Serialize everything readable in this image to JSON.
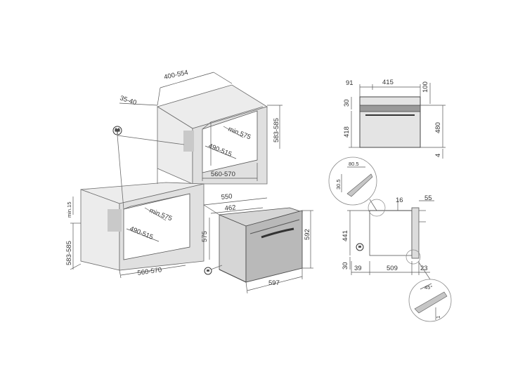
{
  "left_view": {
    "dims": {
      "top_width": "400-554",
      "wall_depth": "35-40",
      "upper_height": "583-585",
      "upper_inner_depth": "min.575",
      "upper_inner_h": "490-515",
      "upper_inner_w": "560-570",
      "lower_min": "min.15",
      "lower_height": "583-585",
      "lower_inner_depth": "min.575",
      "lower_inner_h": "490-515",
      "lower_inner_w": "560-570"
    }
  },
  "oven_view": {
    "dims": {
      "depth_total": "550",
      "depth_body": "462",
      "height_left": "575",
      "height_right": "592",
      "width": "597"
    }
  },
  "top_right": {
    "dims": {
      "d91": "91",
      "d415": "415",
      "d100": "100",
      "d30": "30",
      "d418": "418",
      "d480": "480",
      "d4": "4"
    }
  },
  "detail_a": {
    "d805": "80.5",
    "d305": "30.5"
  },
  "side_view": {
    "dims": {
      "d16": "16",
      "d55": "55",
      "d441": "441",
      "d30": "30",
      "d39": "39",
      "d509": "509",
      "d23": "23"
    }
  },
  "detail_b": {
    "angle": "45°",
    "d1": "1"
  }
}
